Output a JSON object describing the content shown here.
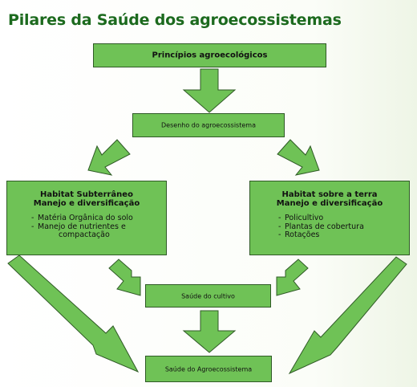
{
  "title": "Pilares da Saúde dos agroecossistemas",
  "colors": {
    "title": "#1c6a1e",
    "box_fill": "#6fc256",
    "arrow_fill": "#6fc256",
    "border": "#2f5a26"
  },
  "nodes": {
    "principios": "Princípios agroecológicos",
    "desenho": "Desenho do agroecossistema",
    "subterraneo": {
      "heading_1": "Habitat Subterrâneo",
      "heading_2": "Manejo e diversificação",
      "item_1": "Matéria Orgânica do solo",
      "item_2_line_1": "Manejo de nutrientes e",
      "item_2_line_2": "compactação"
    },
    "sobre_terra": {
      "heading_1": "Habitat sobre a terra",
      "heading_2": "Manejo e diversificação",
      "item_1": "Policultivo",
      "item_2": "Plantas de cobertura",
      "item_3": "Rotações"
    },
    "cultivo": "Saúde do cultivo",
    "agroecossistema": "Saúde do Agroecossistema"
  }
}
